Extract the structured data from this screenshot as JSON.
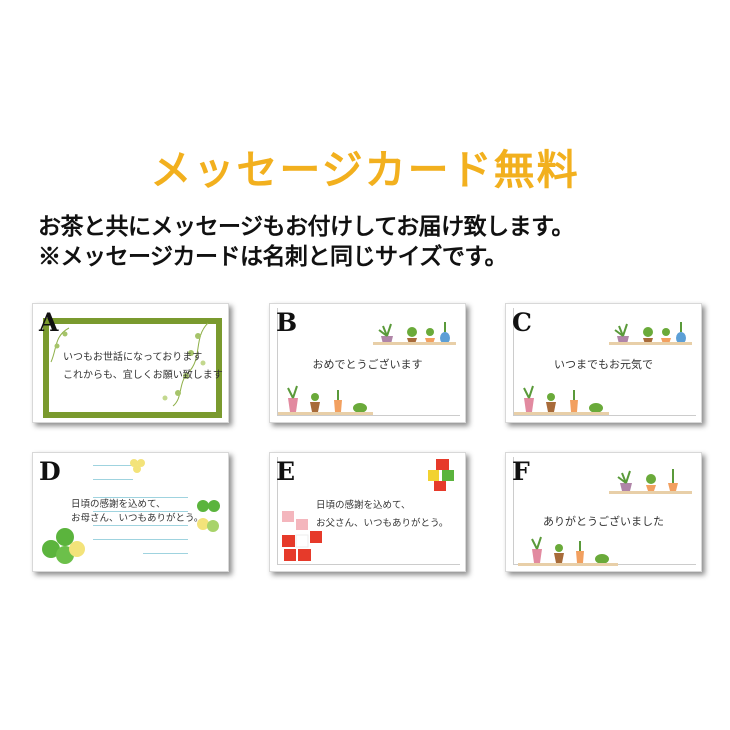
{
  "heading": "メッセージカード無料",
  "description": [
    "お茶と共にメッセージもお付けしてお届け致します。",
    "※メッセージカードは名刺と同じサイズです。"
  ],
  "cards": [
    {
      "letter": "A",
      "lines": [
        "いつもお世話になっております",
        "これからも、宜しくお願い致します"
      ]
    },
    {
      "letter": "B",
      "lines": [
        "おめでとうございます"
      ]
    },
    {
      "letter": "C",
      "lines": [
        "いつまでもお元気で"
      ]
    },
    {
      "letter": "D",
      "lines": [
        "日頃の感謝を込めて、",
        "お母さん、いつもありがとう。"
      ]
    },
    {
      "letter": "E",
      "lines": [
        "日頃の感謝を込めて、",
        "お父さん、いつもありがとう。"
      ]
    },
    {
      "letter": "F",
      "lines": [
        "ありがとうございました"
      ]
    }
  ],
  "colors": {
    "heading": "#f2b01e",
    "frame_green": "#7a9a2e",
    "clover": "#5bb43d"
  }
}
